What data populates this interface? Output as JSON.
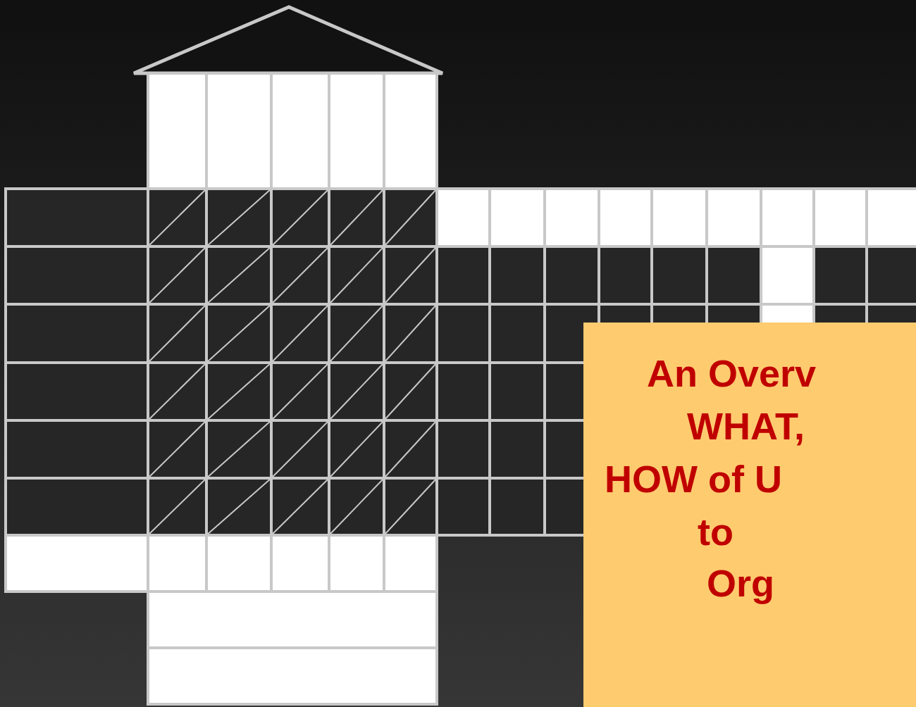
{
  "diagram": {
    "nodes": [
      {
        "text": [
          "An Overv",
          "WHAT,",
          "HOW of U",
          "to",
          "Org"
        ]
      }
    ]
  }
}
